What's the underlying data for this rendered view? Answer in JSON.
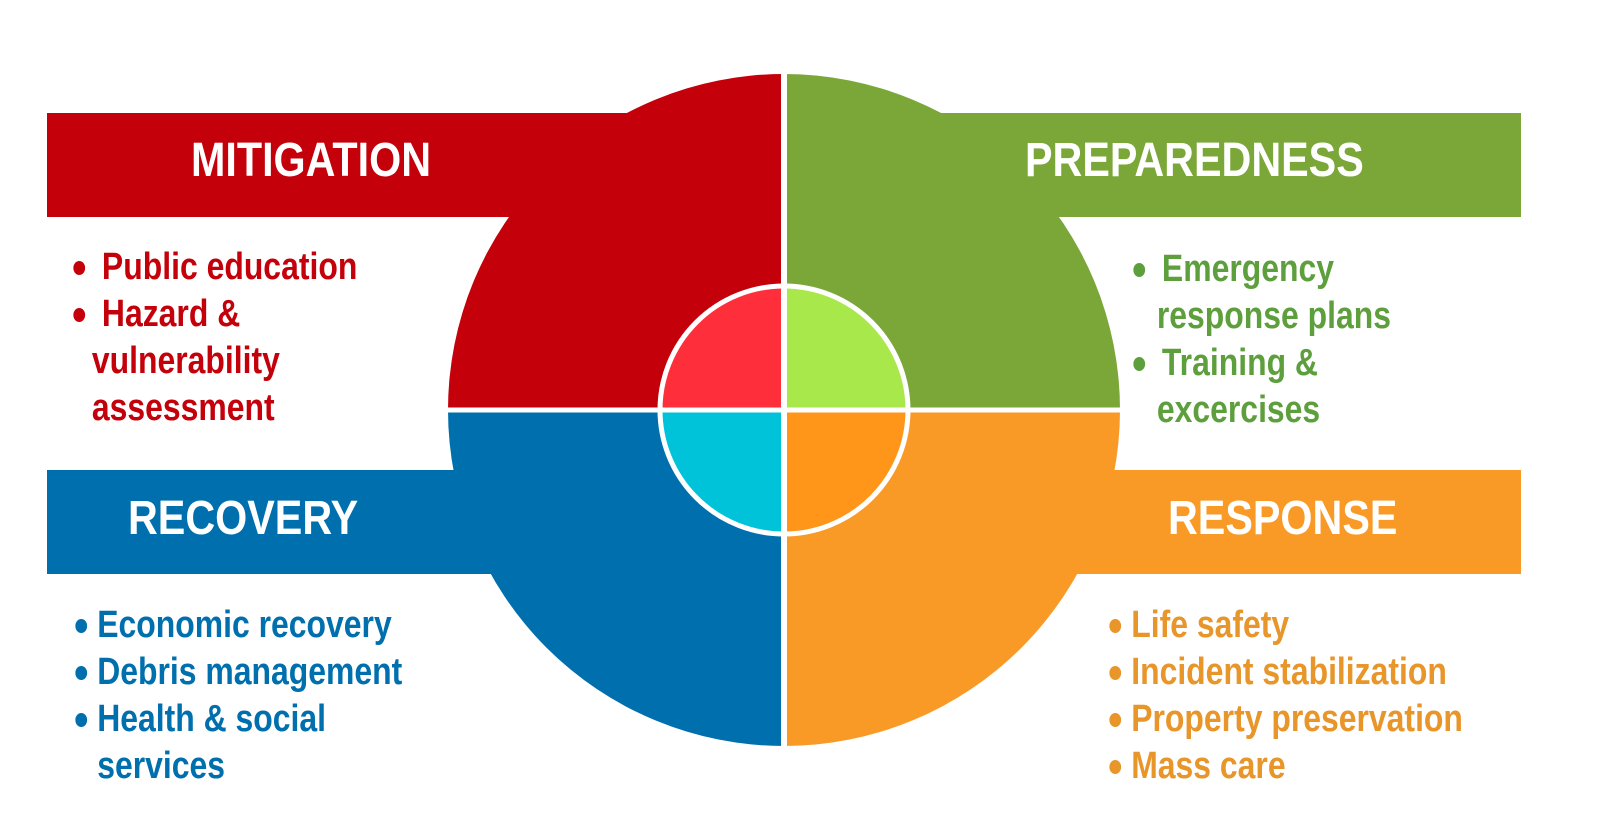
{
  "colors": {
    "mitigation": "#C4000B",
    "preparedness": "#7BA739",
    "recovery": "#006FAE",
    "response": "#F99A26",
    "inner_mitigation": "#FF2E3B",
    "inner_preparedness": "#A8E84A",
    "inner_recovery": "#00C3D9",
    "inner_response": "#FF961A"
  },
  "mitigation": {
    "title": "MITIGATION",
    "items": [
      "Public education",
      "Hazard &",
      "vulnerability",
      "assessment"
    ]
  },
  "preparedness": {
    "title": "PREPAREDNESS",
    "items": [
      "Emergency",
      "response plans",
      "Training &",
      "excercises"
    ]
  },
  "recovery": {
    "title": "RECOVERY",
    "items": [
      "Economic recovery",
      "Debris management",
      "Health & social",
      "services"
    ]
  },
  "response": {
    "title": "RESPONSE",
    "items": [
      "Life safety",
      "Incident stabilization",
      "Property preservation",
      "Mass care"
    ]
  }
}
